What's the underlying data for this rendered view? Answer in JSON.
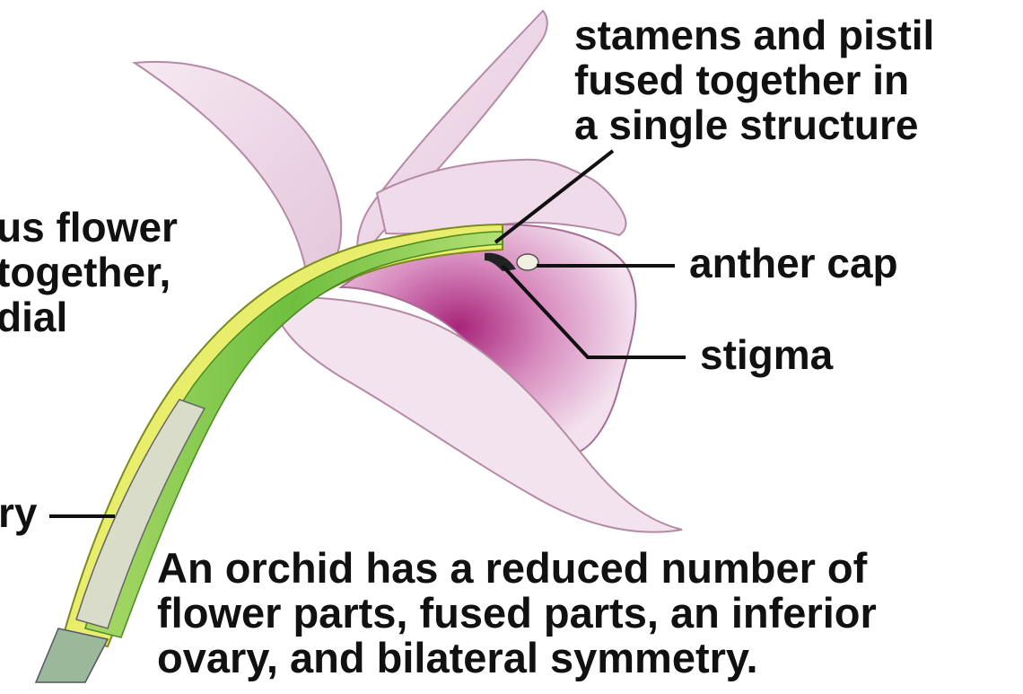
{
  "labels": {
    "fusion": [
      "stamens and pistil",
      "fused together in",
      "a single structure"
    ],
    "left_partial": [
      "us flower",
      "together,",
      "dial"
    ],
    "ovary_partial": "ry",
    "anther_cap": "anther cap",
    "stigma": "stigma"
  },
  "caption": [
    "An orchid has a reduced number of",
    "flower parts, fused parts, an inferior",
    "ovary, and bilateral symmetry."
  ],
  "colors": {
    "petal": "#e9cfe2",
    "petal_dark": "#b0307f",
    "stem": "#88cc55",
    "stem_light": "#cdeb8b",
    "ovary": "#e6ec6a",
    "line": "#111111"
  }
}
